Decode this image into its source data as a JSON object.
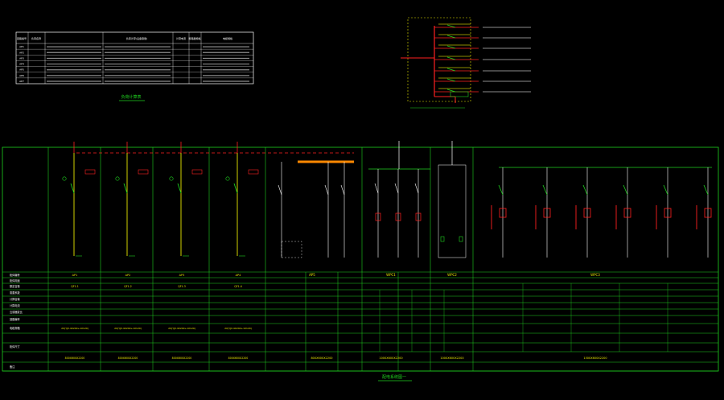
{
  "colors": {
    "background": "#000000",
    "frame": "#1fd21f",
    "text_yellow": "#e8e800",
    "text_white": "#ffffff",
    "red": "#ff2020",
    "orange": "#ff8800",
    "magenta": "#ff40ff"
  },
  "titles": {
    "main_caption": "配电系统图一",
    "table_caption": "负荷计算表"
  },
  "load_table": {
    "headers": [
      "回路编号",
      "负荷名称",
      "负荷计算(设备容量)",
      "计算电流",
      "断路器规格",
      "电缆规格"
    ],
    "rows": [
      [
        "AP1",
        "",
        "",
        "",
        "",
        ""
      ],
      [
        "AP2",
        "",
        "",
        "",
        "",
        ""
      ],
      [
        "AP3",
        "",
        "",
        "",
        "",
        ""
      ],
      [
        "AP4",
        "",
        "",
        "",
        "",
        ""
      ],
      [
        "AP5",
        "",
        "",
        "",
        "",
        ""
      ],
      [
        "AP6",
        "",
        "",
        "",
        "",
        ""
      ],
      [
        "AP7",
        "",
        "",
        "",
        "",
        ""
      ]
    ]
  },
  "feeders": [
    {
      "cabinet": "AP1",
      "breaker": "QF1-1",
      "cable": "2X(YJV-4X240+1X120)",
      "size": "800X600X2200"
    },
    {
      "cabinet": "AP2",
      "breaker": "QF1-2",
      "cable": "2X(YJV-4X240+1X120)",
      "size": "800X600X2200"
    },
    {
      "cabinet": "AP3",
      "breaker": "QF1-3",
      "cable": "2X(YJV-4X240+1X120)",
      "size": "800X600X2200"
    },
    {
      "cabinet": "AP4",
      "breaker": "QF1-4",
      "cable": "2X(YJV-4X240+1X120)",
      "size": "800X600X2200"
    }
  ],
  "panels": {
    "p5": {
      "label": "AP5",
      "size": "800X600X2200"
    },
    "p6": {
      "label": "WPC1",
      "size": "1000X600X2200"
    },
    "p7": {
      "label": "WPC2",
      "size": "1000X600X2200"
    },
    "p8": {
      "label": "WPC3",
      "size": "1500X600X2200"
    }
  },
  "row_labels": [
    "柜体编号",
    "柜体用途",
    "额定容量",
    "需要系数",
    "计算容量",
    "计算电流",
    "互感器变比",
    "回路编号",
    "电缆规格",
    "柜体尺寸",
    "备注"
  ]
}
